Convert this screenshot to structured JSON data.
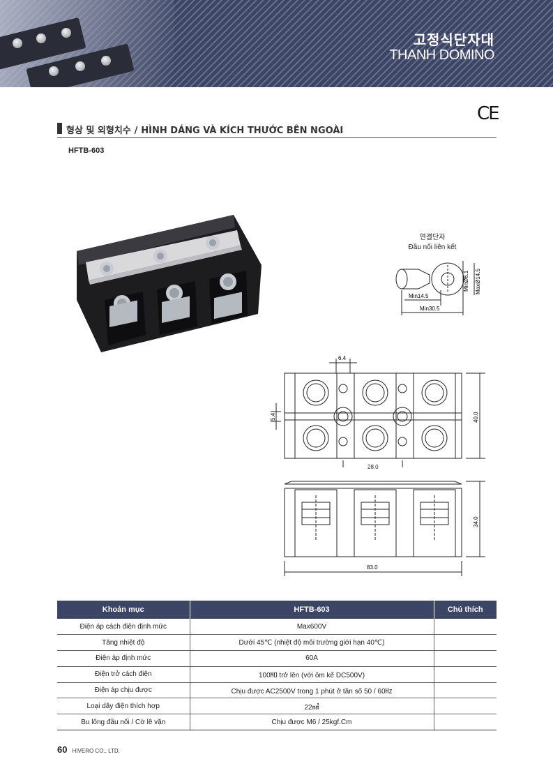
{
  "header": {
    "title_ko": "고정식단자대",
    "title_vi": "THANH DOMINO"
  },
  "ce_mark": "CE",
  "section": {
    "title_ko": "형상 및 외형치수",
    "separator": "/",
    "title_vi": "HÌNH DÁNG VÀ KÍCH THƯỚC BÊN NGOÀI"
  },
  "model": "HFTB-603",
  "connector": {
    "caption_ko": "연결단자",
    "caption_vi": "Đầu nối liên kết",
    "dims": [
      "Min14.5",
      "Min30.5",
      "MinØ6.1",
      "MaxØ14.5"
    ]
  },
  "drawing": {
    "pitch": "6.4",
    "hole_offset": "5.4",
    "spacing": "28.0",
    "height": "40.0",
    "side_height": "34.0",
    "length": "83.0"
  },
  "table": {
    "headers": [
      "Khoản mục",
      "HFTB-603",
      "Chú thích"
    ],
    "rows": [
      [
        "Điện áp cách điện định mức",
        "Max600V",
        ""
      ],
      [
        "Tăng nhiệt độ",
        "Dưới 45℃ (nhiệt độ môi trường giới hạn 40℃)",
        ""
      ],
      [
        "Điện áp định mức",
        "60A",
        ""
      ],
      [
        "Điện trở cách điện",
        "100㏁ trở lên (với ôm kế DC500V)",
        ""
      ],
      [
        "Điện áp chịu được",
        "Chịu được AC2500V trong 1 phút ở tần số 50 / 60㎐",
        ""
      ],
      [
        "Loại dây điện thích hợp",
        "22㎟",
        ""
      ],
      [
        "Bu lông đầu nối / Cờ lê vặn",
        "Chịu được M6 / 25kgf.Cm",
        ""
      ]
    ]
  },
  "footer": {
    "page": "60",
    "company": "HIVERO CO., LTD."
  }
}
